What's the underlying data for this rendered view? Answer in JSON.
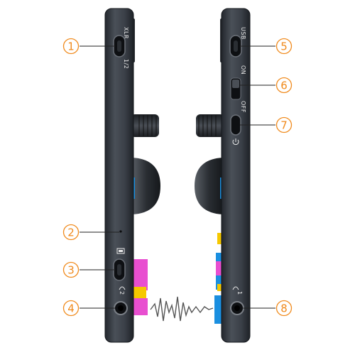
{
  "left_device": {
    "labels": {
      "xlr": "XLR",
      "xlr_channels": "1/2",
      "input_2": "2"
    }
  },
  "right_device": {
    "labels": {
      "usb": "USB",
      "on": "ON",
      "off": "OFF",
      "input_1": "1"
    }
  },
  "callouts": [
    {
      "number": "1"
    },
    {
      "number": "2"
    },
    {
      "number": "3"
    },
    {
      "number": "4"
    },
    {
      "number": "5"
    },
    {
      "number": "6"
    },
    {
      "number": "7"
    },
    {
      "number": "8"
    }
  ],
  "colors": {
    "callout": "#f08a1c",
    "device_body": "#3a3f47",
    "device_edge": "#1f2329",
    "knob": "#2b2f35",
    "sticker_pink": "#e84fd0",
    "sticker_yellow": "#f6c800",
    "sticker_blue": "#1a8fe0"
  }
}
